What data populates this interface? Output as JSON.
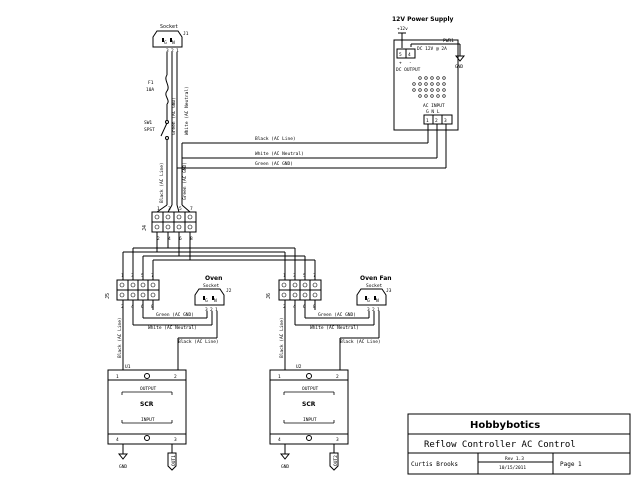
{
  "wires": {
    "black_line": "Black (AC Line)",
    "white_neutral": "White (AC Neutral)",
    "green_gnd": "Green (AC GND)"
  },
  "components": {
    "socket_j1": {
      "label": "Socket",
      "ref": "J1",
      "pins": [
        "G",
        "N"
      ],
      "pin_nums": [
        "3",
        "2",
        "1"
      ]
    },
    "fuse": {
      "ref": "F1",
      "rating": "10A"
    },
    "switch": {
      "ref": "SW1",
      "type": "SPST"
    },
    "power_supply": {
      "title": "12V Power Supply",
      "plus12v": "+12v",
      "ref": "PWR1",
      "dc_pins": [
        "5",
        "4"
      ],
      "dc_syms": [
        "+",
        "-"
      ],
      "dc_rating": "DC 12V @ 2A",
      "dc_output": "DC OUTPUT",
      "gnd": "GND",
      "ac_input": "AC INPUT",
      "ac_syms": "G  N  L",
      "ac_pins": [
        "1",
        "2",
        "3"
      ]
    },
    "j4": {
      "ref": "J4",
      "top_pins": [
        "1",
        "3",
        "5",
        "7"
      ],
      "bottom_pins": [
        "2",
        "4",
        "6",
        "8"
      ]
    },
    "j5": {
      "ref": "J5",
      "top_pins": [
        "1",
        "3",
        "5",
        "7"
      ],
      "bottom_pins": [
        "2",
        "4",
        "6",
        "8"
      ]
    },
    "j6": {
      "ref": "J6",
      "top_pins": [
        "1",
        "3",
        "5",
        "7"
      ],
      "bottom_pins": [
        "2",
        "4",
        "6",
        "8"
      ]
    },
    "oven_socket": {
      "title": "Oven",
      "label": "Socket",
      "ref": "J2",
      "pins": [
        "G",
        "N"
      ],
      "pin_nums": [
        "3",
        "2",
        "1"
      ]
    },
    "fan_socket": {
      "title": "Oven Fan",
      "label": "Socket",
      "ref": "J3",
      "pins": [
        "G",
        "N"
      ],
      "pin_nums": [
        "3",
        "2",
        "1"
      ]
    },
    "u1": {
      "ref": "U1",
      "name": "SCR",
      "output": "OUTPUT",
      "input": "INPUT",
      "pins": [
        "1",
        "2",
        "3",
        "4"
      ],
      "gnd": "GND",
      "ctrl": "OUT1"
    },
    "u2": {
      "ref": "U2",
      "name": "SCR",
      "output": "OUTPUT",
      "input": "INPUT",
      "pins": [
        "1",
        "2",
        "3",
        "4"
      ],
      "gnd": "GND",
      "ctrl": "OUT2"
    }
  },
  "title_block": {
    "company": "Hobbybotics",
    "title": "Reflow Controller AC Control",
    "author": "Curtis Brooks",
    "rev": "Rev 1.3",
    "date": "10/15/2011",
    "page": "Page 1"
  }
}
